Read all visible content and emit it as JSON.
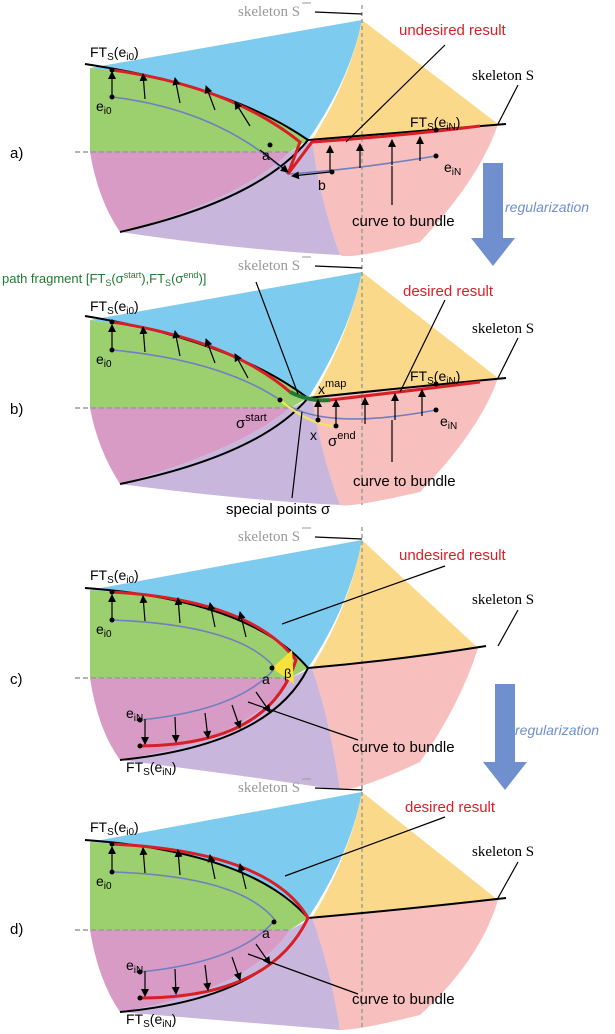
{
  "colors": {
    "blue": "#7ecbf0",
    "yellow": "#fbd98a",
    "pink": "#f7bfbd",
    "green": "#9ccf6e",
    "magenta": "#d79bc6",
    "lavender": "#c9b6dc",
    "red": "#d81f26",
    "curve": "#6f7fbf",
    "dark_green": "#1f7a31",
    "reg_arrow": "#6f8fcf",
    "gray": "#999999"
  },
  "common": {
    "skeleton_bar": "skeleton S",
    "skeleton": "skeleton S",
    "ft_prefix": "FT",
    "ft_sub": "S",
    "e": "e",
    "i0": "i0",
    "iN": "iN",
    "curve_to_bundle": "curve to bundle",
    "regularization": "regularization"
  },
  "panels": [
    {
      "label": "a)",
      "result": "undesired result",
      "point_a": "a",
      "point_b": "b"
    },
    {
      "label": "b)",
      "result": "desired result",
      "path_fragment": "path fragment [FTS(σstart),FTS(σend)]",
      "pf_parts": {
        "open": "path fragment [FT",
        "s1": "S",
        "sig_start": "(σ",
        "start": "start",
        "mid": "),FT",
        "s2": "S",
        "sig_end": "(σ",
        "end": "end",
        "close": ")]"
      },
      "sigma": "σ",
      "start": "start",
      "end": "end",
      "x": "x",
      "xmap": "map",
      "special_points": "special points σ"
    },
    {
      "label": "c)",
      "result": "undesired result",
      "point_a": "a",
      "beta": "β"
    },
    {
      "label": "d)",
      "result": "desired result",
      "point_a": "a"
    }
  ]
}
